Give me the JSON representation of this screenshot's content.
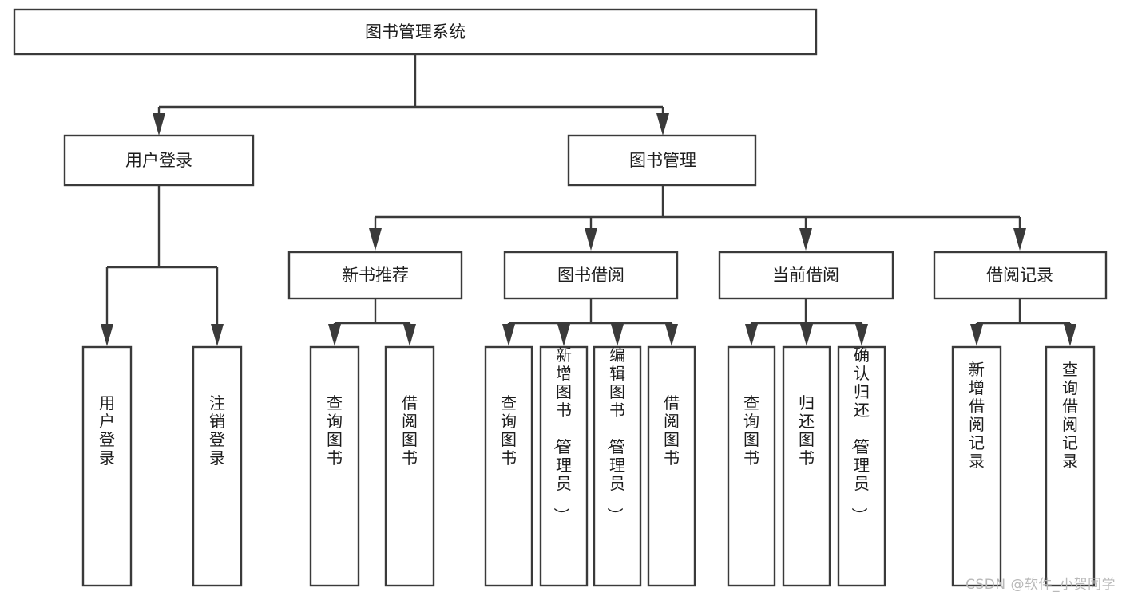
{
  "diagram": {
    "title": "图书管理系统",
    "type": "tree-hierarchy-chart",
    "colors": {
      "box_stroke": "#3a3a3a",
      "box_fill": "#ffffff",
      "text": "#1d1d1d",
      "connector": "#3a3a3a",
      "watermark": "#b9b9b9",
      "background": "#ffffff"
    },
    "root": {
      "label": "图书管理系统"
    },
    "level2": [
      {
        "label": "用户登录"
      },
      {
        "label": "图书管理"
      }
    ],
    "level3": [
      {
        "label": "新书推荐"
      },
      {
        "label": "图书借阅"
      },
      {
        "label": "当前借阅"
      },
      {
        "label": "借阅记录"
      }
    ],
    "leaves": {
      "user_login": [
        {
          "label": "用户登录"
        },
        {
          "label": "注销登录"
        }
      ],
      "new_book_recommend": [
        {
          "label": "查询图书"
        },
        {
          "label": "借阅图书"
        }
      ],
      "book_borrow": [
        {
          "label": "查询图书"
        },
        {
          "label": "新增图书（管理员）"
        },
        {
          "label": "编辑图书（管理员）"
        },
        {
          "label": "借阅图书"
        }
      ],
      "current_borrow": [
        {
          "label": "查询图书"
        },
        {
          "label": "归还图书"
        },
        {
          "label": "确认归还（管理员）"
        }
      ],
      "borrow_record": [
        {
          "label": "新增借阅记录"
        },
        {
          "label": "查询借阅记录"
        }
      ]
    }
  },
  "watermark": {
    "text": "CSDN @软件_小贺同学"
  }
}
